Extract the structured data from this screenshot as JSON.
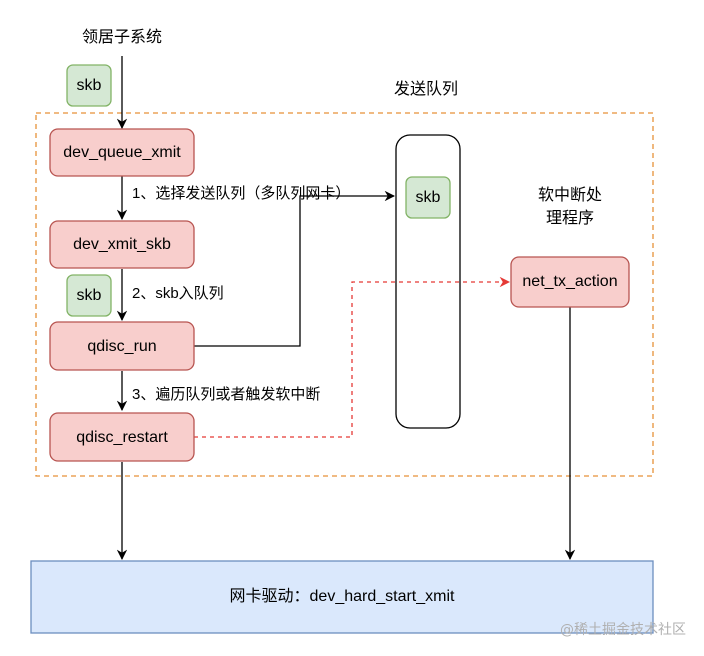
{
  "title": "领居子系统",
  "queue": {
    "title": "发送队列",
    "packet": "skb"
  },
  "nodes": {
    "dev_queue_xmit": "dev_queue_xmit",
    "dev_xmit_skb": "dev_xmit_skb",
    "qdisc_run": "qdisc_run",
    "qdisc_restart": "qdisc_restart",
    "net_tx_action": "net_tx_action",
    "driver": "网卡驱动：dev_hard_start_xmit"
  },
  "packets": {
    "top": "skb",
    "mid": "skb"
  },
  "softirq": {
    "line1": "软中断处",
    "line2": "理程序"
  },
  "steps": {
    "step1": "1、选择发送队列（多队列网卡）",
    "step2": "2、skb入队列",
    "step3": "3、遍历队列或者触发软中断"
  },
  "watermark": "@稀土掘金技术社区",
  "colors": {
    "node_fill": "#f8cecc",
    "node_stroke": "#b85450",
    "skb_fill": "#d5e8d4",
    "skb_stroke": "#82b366",
    "driver_fill": "#dae8fc",
    "driver_stroke": "#6c8ebf",
    "dashed_frame": "#e69138",
    "softirq_arrow": "#e53935"
  }
}
